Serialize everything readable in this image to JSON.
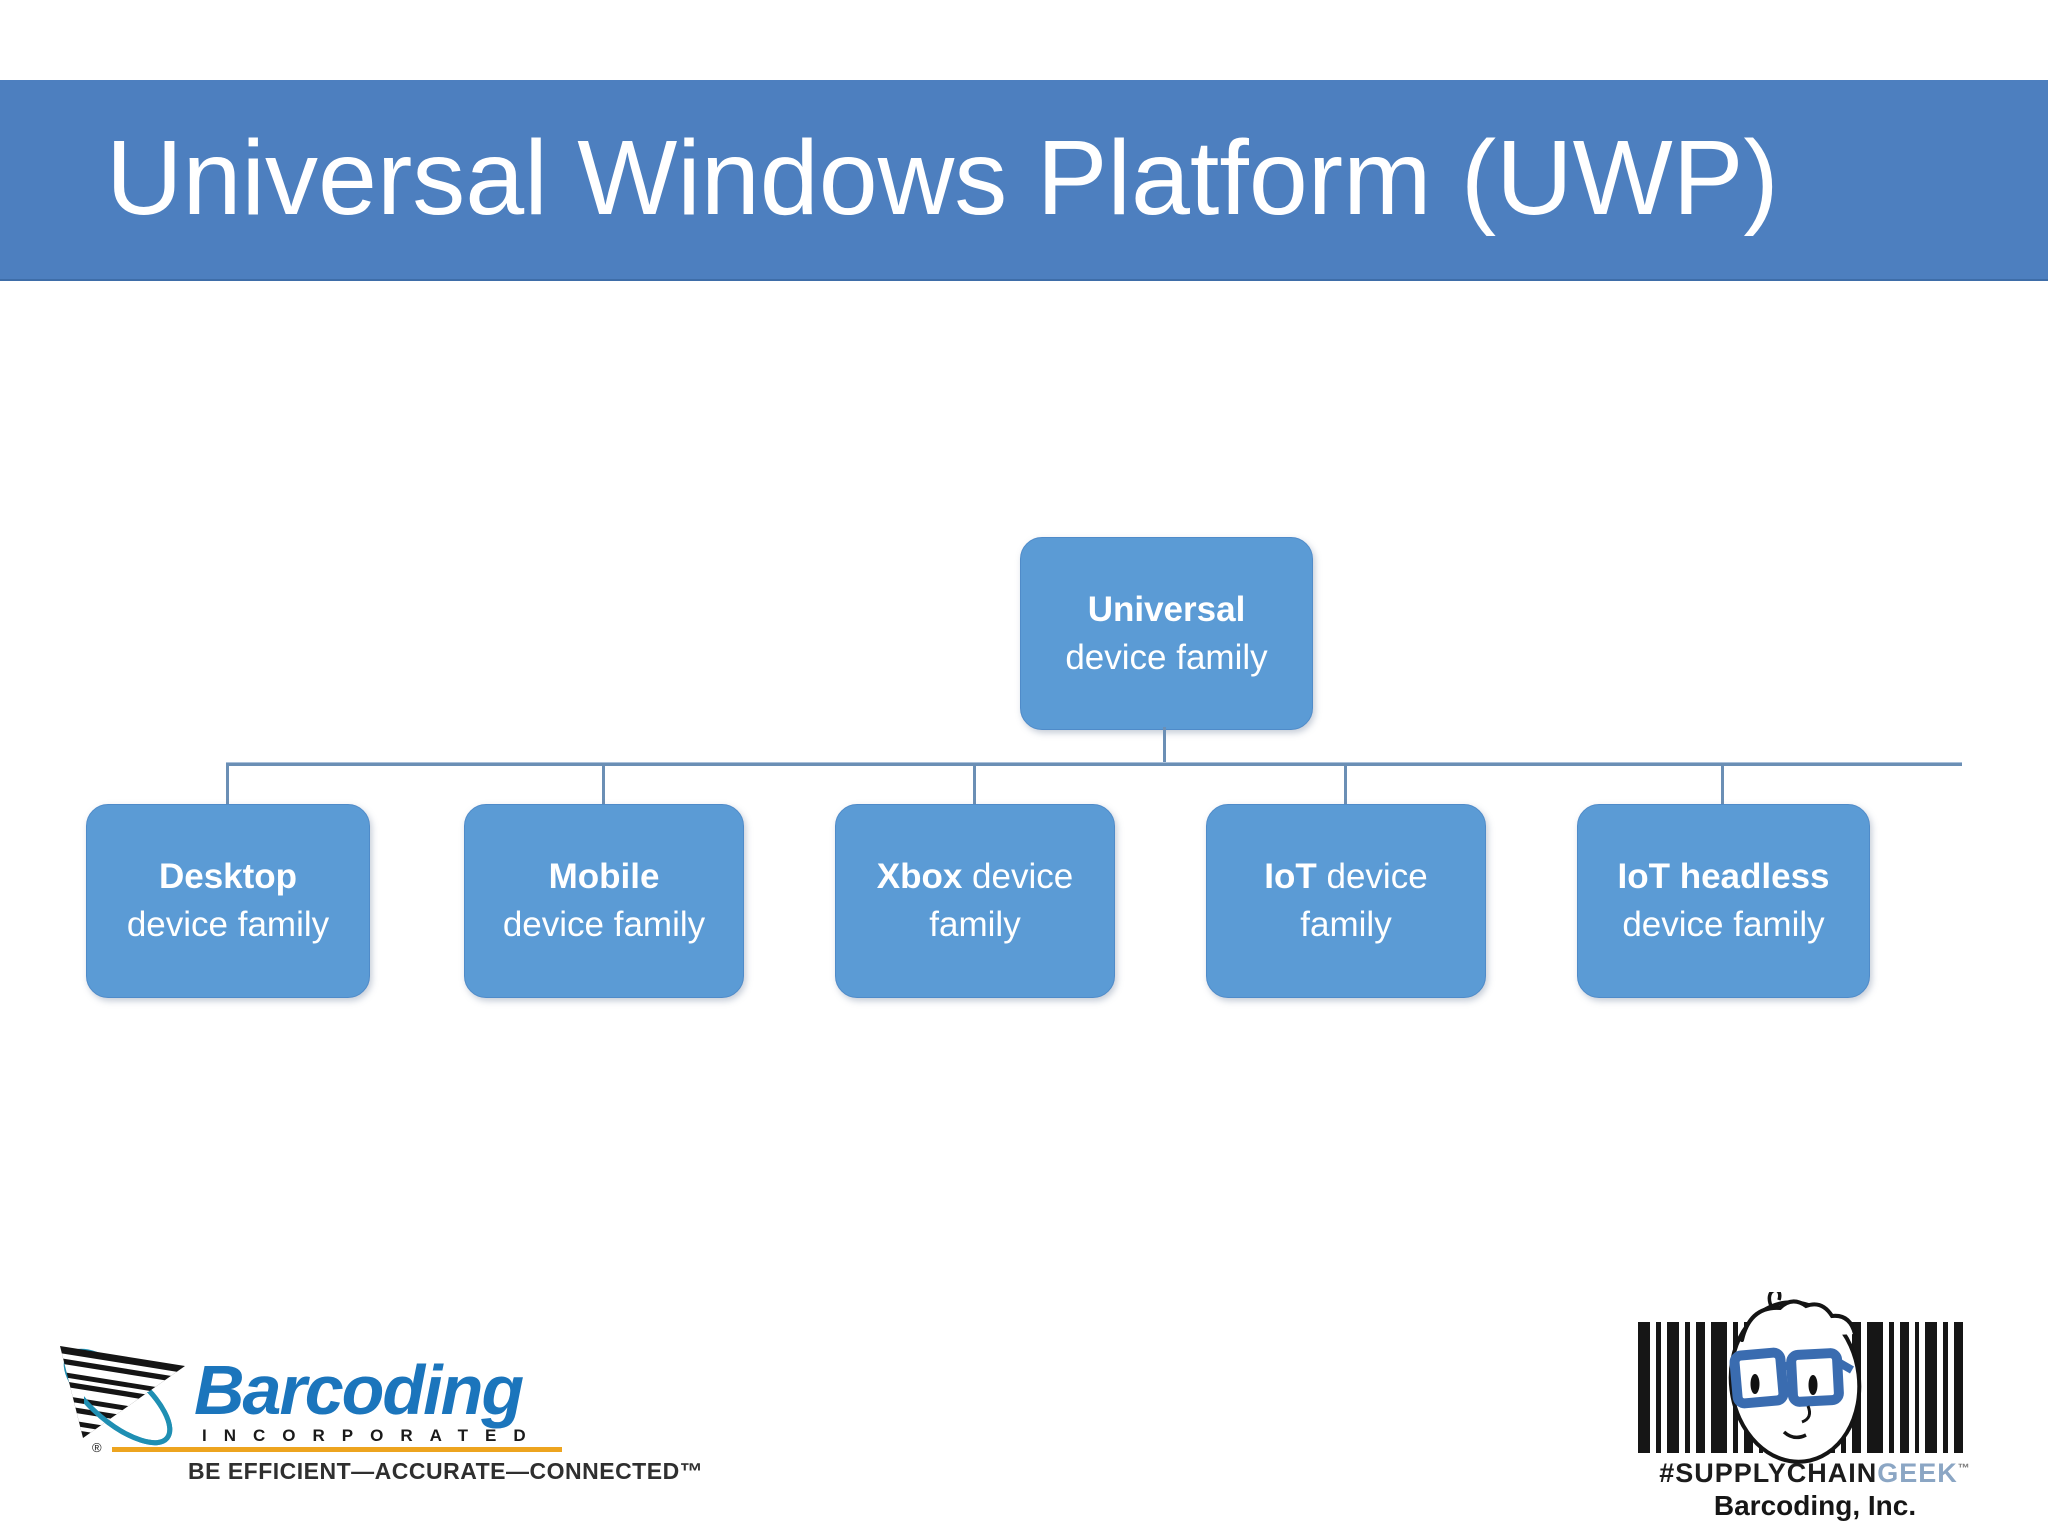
{
  "title": "Universal Windows Platform (UWP)",
  "colors": {
    "header_bar": "#4d7fbf",
    "title_text": "#ffffff",
    "node_fill": "#5b9bd5",
    "node_border": "#4f8bc9",
    "connector": "#6b8fb5",
    "brand_blue": "#1b75bc",
    "ring_teal": "#1f8fb3",
    "rule_orange": "#eda41f",
    "glasses_blue": "#3a6cb0",
    "geek_gray_blue": "#8ba6c4"
  },
  "diagram": {
    "root": {
      "bold": "Universal",
      "rest": "",
      "line2": "device family"
    },
    "children": [
      {
        "bold": "Desktop",
        "rest": "",
        "line2": "device family"
      },
      {
        "bold": "Mobile",
        "rest": "",
        "line2": "device family"
      },
      {
        "bold": "Xbox",
        "rest": " device",
        "line2": "family"
      },
      {
        "bold": "IoT",
        "rest": " device",
        "line2": "family"
      },
      {
        "bold": "IoT headless",
        "rest": "",
        "line2": "device family"
      }
    ]
  },
  "footer_left": {
    "brand": "Barcoding",
    "incorporated": "INCORPORATED",
    "registered": "®",
    "tagline": "BE EFFICIENT—ACCURATE—CONNECTED™"
  },
  "footer_right": {
    "hashtag": "#SUPPLYCHAIN",
    "geek": "GEEK",
    "tm": "™",
    "company": "Barcoding, Inc."
  },
  "icons": {
    "barcoding_flag": "barcode-flag-orbit-icon",
    "geek": "barcode-geek-face-icon"
  }
}
